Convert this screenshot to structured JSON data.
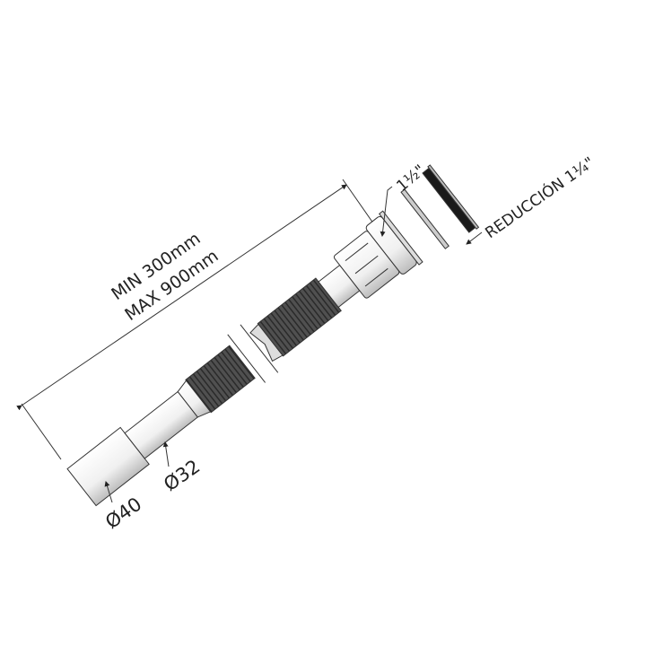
{
  "labels": {
    "min_length": "MIN 300mm",
    "max_length": "MAX 900mm",
    "thread_size": "1½\"",
    "reduction": "REDUCCIÓN 1¼\"",
    "diameter_40": "Ø40",
    "diameter_32": "Ø32"
  },
  "colors": {
    "corrugated": "#4a4a4a",
    "pipe": "#f2f2f2",
    "outline": "#333333"
  }
}
